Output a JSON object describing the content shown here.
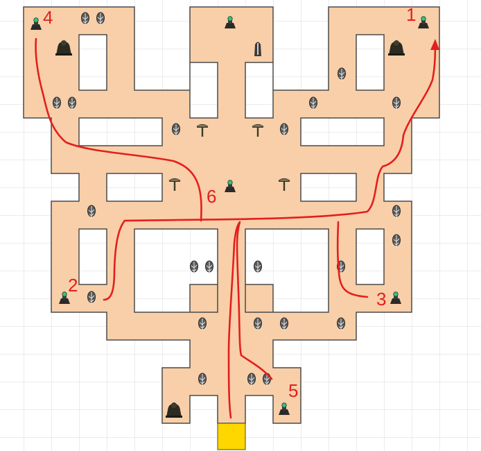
{
  "colors": {
    "floor": "#F8CFA8",
    "wall": "#4a4a4a",
    "grid": "#d9d9d9",
    "route": "#e41e1e",
    "exit": "#FFD700"
  },
  "labels": {
    "one": "1",
    "two": "2",
    "three": "3",
    "four": "4",
    "five": "5",
    "six": "6"
  },
  "icons": {
    "shrine": "shrine-icon",
    "statue": "statue-icon",
    "dead_tree": "dead-tree-icon",
    "palm_tree": "palm-tree-icon",
    "exit_tile": "exit-tile"
  }
}
